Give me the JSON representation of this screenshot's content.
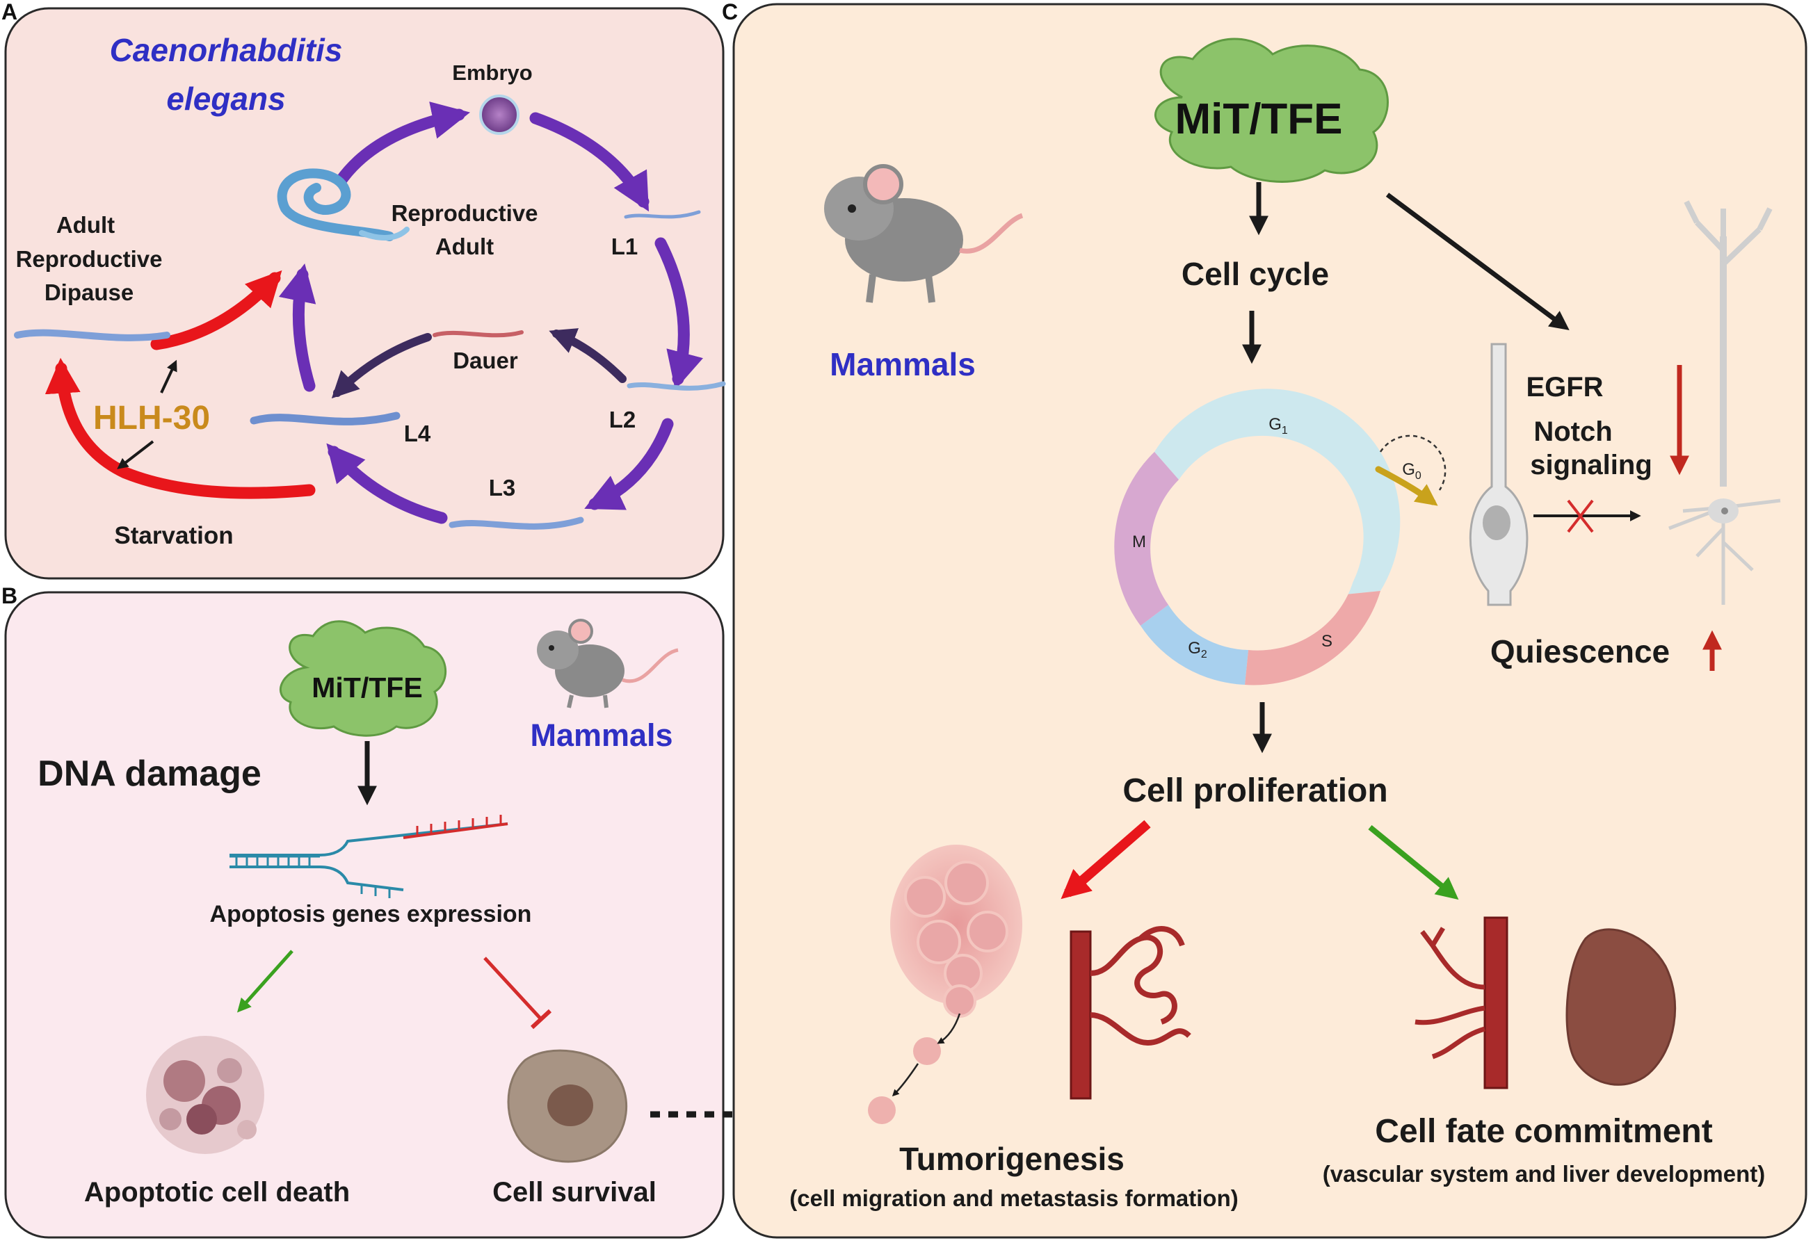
{
  "panels": {
    "a": {
      "letter": "A",
      "species": [
        "Caenorhabditis",
        "elegans"
      ],
      "stages": {
        "embryo": "Embryo",
        "repro_adult": [
          "Reproductive",
          "Adult"
        ],
        "l1": "L1",
        "l2": "L2",
        "l3": "L3",
        "l4": "L4",
        "dauer": "Dauer",
        "adult_diapause": [
          "Adult",
          "Reproductive",
          "Dipause"
        ]
      },
      "factor": "HLH-30",
      "stress": "Starvation"
    },
    "b": {
      "letter": "B",
      "factor": "MiT/TFE",
      "organism": "Mammals",
      "trigger": "DNA damage",
      "genes": "Apoptosis genes expression",
      "outcome_death": "Apoptotic cell death",
      "outcome_survival": "Cell survival"
    },
    "c": {
      "letter": "C",
      "factor": "MiT/TFE",
      "organism": "Mammals",
      "cell_cycle": "Cell cycle",
      "phases": {
        "g1": "G",
        "g1_sub": "1",
        "g0": "G",
        "g0_sub": "0",
        "s": "S",
        "g2": "G",
        "g2_sub": "2",
        "m": "M"
      },
      "signaling": [
        "EGFR",
        "Notch",
        "signaling"
      ],
      "quiescence": "Quiescence",
      "proliferation": "Cell proliferation",
      "tumor": "Tumorigenesis",
      "tumor_sub": "(cell migration and metastasis formation)",
      "fate": "Cell fate commitment",
      "fate_sub": "(vascular system and liver development)"
    }
  },
  "colors": {
    "panel_a_bg": "#f9e2de",
    "panel_b_bg": "#fbe9ee",
    "panel_c_bg": "#fdebd9",
    "purple_arrow": "#6a2fb5",
    "dark_arrow": "#3d2b5e",
    "red_arrow": "#e8161b",
    "green_arrow": "#3aa11f",
    "species_text": "#2f2fc4",
    "factor_text": "#c98a1c",
    "cloud_green": "#8cc36a",
    "cycle_g1": "#cde8ee",
    "cycle_s": "#eea9a9",
    "cycle_g2": "#a8d0ee",
    "cycle_m": "#d7a8d0"
  }
}
